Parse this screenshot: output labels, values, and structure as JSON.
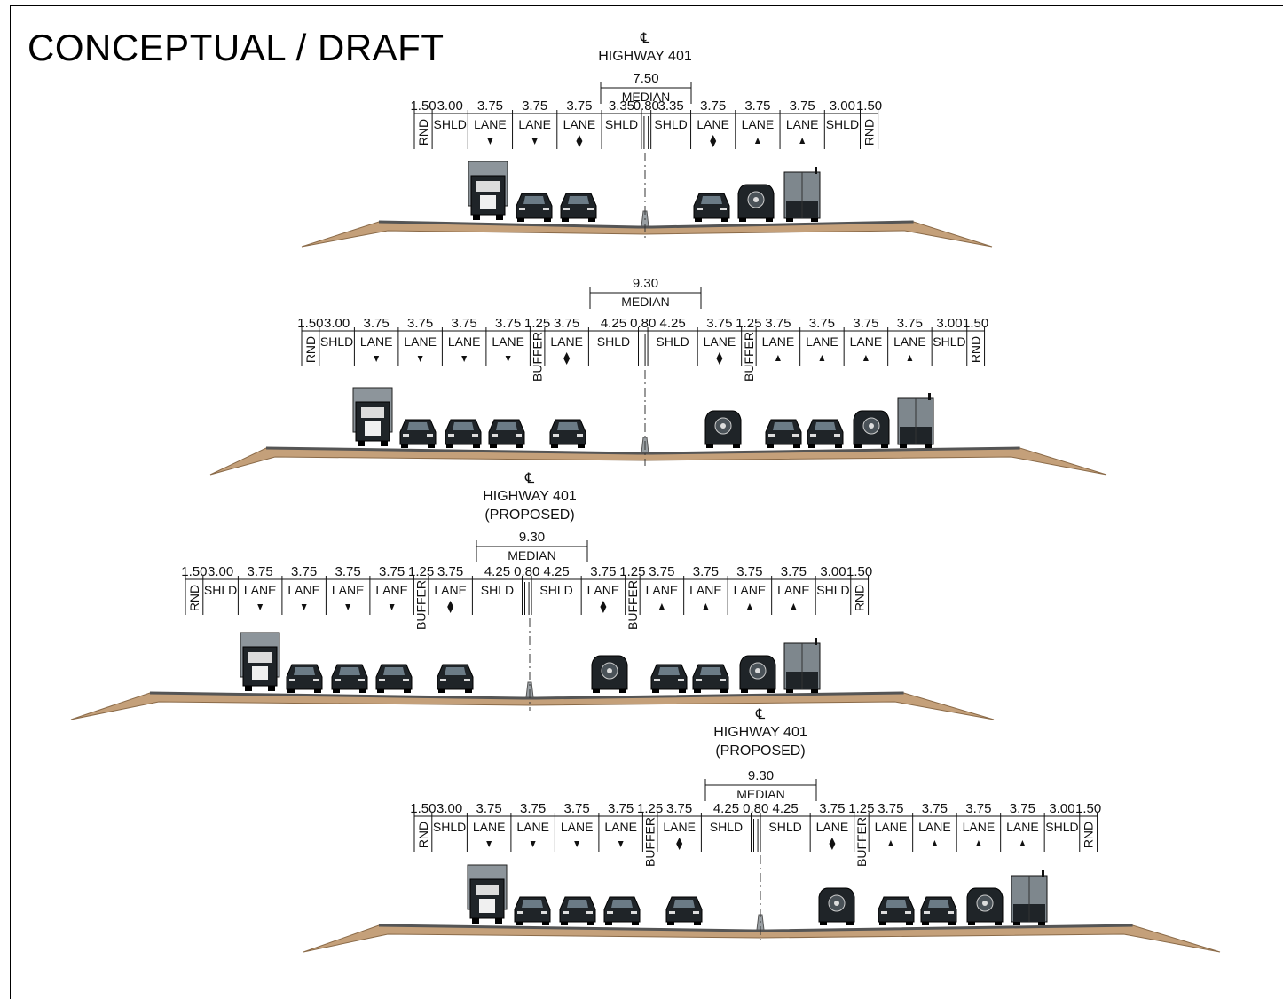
{
  "title": "CONCEPTUAL / DRAFT",
  "colors": {
    "soil": "#c4a07a",
    "soil_dark": "#8a6a48",
    "pavement": "#555555",
    "vehicle": "#1f2428",
    "vehicle_accent": "#6b7b86",
    "line": "#111111"
  },
  "sections": [
    {
      "name": "section-1",
      "centerline": {
        "symbol": "℄",
        "lines": [
          "HIGHWAY 401"
        ]
      },
      "median": {
        "width": "7.50",
        "label": "MEDIAN"
      },
      "segments": [
        {
          "w": "1.50",
          "l": "RND",
          "v": true
        },
        {
          "w": "3.00",
          "l": "SHLD"
        },
        {
          "w": "3.75",
          "l": "LANE",
          "a": "down"
        },
        {
          "w": "3.75",
          "l": "LANE",
          "a": "down"
        },
        {
          "w": "3.75",
          "l": "LANE",
          "a": "both"
        },
        {
          "w": "3.35",
          "l": "SHLD"
        },
        {
          "w": "0.80",
          "l": "",
          "b": true
        },
        {
          "w": "3.35",
          "l": "SHLD"
        },
        {
          "w": "3.75",
          "l": "LANE",
          "a": "both"
        },
        {
          "w": "3.75",
          "l": "LANE",
          "a": "up"
        },
        {
          "w": "3.75",
          "l": "LANE",
          "a": "up"
        },
        {
          "w": "3.00",
          "l": "SHLD"
        },
        {
          "w": "1.50",
          "l": "RND",
          "v": true
        }
      ],
      "vehicles": [
        "truck",
        "car",
        "car",
        "car",
        "suv",
        "van"
      ]
    },
    {
      "name": "section-2",
      "centerline": null,
      "median": {
        "width": "9.30",
        "label": "MEDIAN"
      },
      "segments": [
        {
          "w": "1.50",
          "l": "RND",
          "v": true
        },
        {
          "w": "3.00",
          "l": "SHLD"
        },
        {
          "w": "3.75",
          "l": "LANE",
          "a": "down"
        },
        {
          "w": "3.75",
          "l": "LANE",
          "a": "down"
        },
        {
          "w": "3.75",
          "l": "LANE",
          "a": "down"
        },
        {
          "w": "3.75",
          "l": "LANE",
          "a": "down"
        },
        {
          "w": "1.25",
          "l": "BUFFER",
          "v": true
        },
        {
          "w": "3.75",
          "l": "LANE",
          "a": "both"
        },
        {
          "w": "4.25",
          "l": "SHLD"
        },
        {
          "w": "0.80",
          "l": "",
          "b": true
        },
        {
          "w": "4.25",
          "l": "SHLD"
        },
        {
          "w": "3.75",
          "l": "LANE",
          "a": "both"
        },
        {
          "w": "1.25",
          "l": "BUFFER",
          "v": true
        },
        {
          "w": "3.75",
          "l": "LANE",
          "a": "up"
        },
        {
          "w": "3.75",
          "l": "LANE",
          "a": "up"
        },
        {
          "w": "3.75",
          "l": "LANE",
          "a": "up"
        },
        {
          "w": "3.75",
          "l": "LANE",
          "a": "up"
        },
        {
          "w": "3.00",
          "l": "SHLD"
        },
        {
          "w": "1.50",
          "l": "RND",
          "v": true
        }
      ],
      "vehicles": [
        "truck",
        "car",
        "car",
        "car",
        "car",
        "suv",
        "car",
        "car",
        "suv",
        "van"
      ]
    },
    {
      "name": "section-3",
      "centerline": {
        "symbol": "℄",
        "lines": [
          "HIGHWAY 401",
          "(PROPOSED)"
        ]
      },
      "median": {
        "width": "9.30",
        "label": "MEDIAN"
      },
      "segments": [
        {
          "w": "1.50",
          "l": "RND",
          "v": true
        },
        {
          "w": "3.00",
          "l": "SHLD"
        },
        {
          "w": "3.75",
          "l": "LANE",
          "a": "down"
        },
        {
          "w": "3.75",
          "l": "LANE",
          "a": "down"
        },
        {
          "w": "3.75",
          "l": "LANE",
          "a": "down"
        },
        {
          "w": "3.75",
          "l": "LANE",
          "a": "down"
        },
        {
          "w": "1.25",
          "l": "BUFFER",
          "v": true
        },
        {
          "w": "3.75",
          "l": "LANE",
          "a": "both"
        },
        {
          "w": "4.25",
          "l": "SHLD"
        },
        {
          "w": "0.80",
          "l": "",
          "b": true
        },
        {
          "w": "4.25",
          "l": "SHLD"
        },
        {
          "w": "3.75",
          "l": "LANE",
          "a": "both"
        },
        {
          "w": "1.25",
          "l": "BUFFER",
          "v": true
        },
        {
          "w": "3.75",
          "l": "LANE",
          "a": "up"
        },
        {
          "w": "3.75",
          "l": "LANE",
          "a": "up"
        },
        {
          "w": "3.75",
          "l": "LANE",
          "a": "up"
        },
        {
          "w": "3.75",
          "l": "LANE",
          "a": "up"
        },
        {
          "w": "3.00",
          "l": "SHLD"
        },
        {
          "w": "1.50",
          "l": "RND",
          "v": true
        }
      ],
      "vehicles": [
        "truck",
        "car",
        "car",
        "car",
        "car",
        "suv",
        "car",
        "car",
        "suv",
        "van"
      ]
    },
    {
      "name": "section-4",
      "centerline": {
        "symbol": "℄",
        "lines": [
          "HIGHWAY 401",
          "(PROPOSED)"
        ]
      },
      "median": {
        "width": "9.30",
        "label": "MEDIAN"
      },
      "segments": [
        {
          "w": "1.50",
          "l": "RND",
          "v": true
        },
        {
          "w": "3.00",
          "l": "SHLD"
        },
        {
          "w": "3.75",
          "l": "LANE",
          "a": "down"
        },
        {
          "w": "3.75",
          "l": "LANE",
          "a": "down"
        },
        {
          "w": "3.75",
          "l": "LANE",
          "a": "down"
        },
        {
          "w": "3.75",
          "l": "LANE",
          "a": "down"
        },
        {
          "w": "1.25",
          "l": "BUFFER",
          "v": true
        },
        {
          "w": "3.75",
          "l": "LANE",
          "a": "both"
        },
        {
          "w": "4.25",
          "l": "SHLD"
        },
        {
          "w": "0.80",
          "l": "",
          "b": true
        },
        {
          "w": "4.25",
          "l": "SHLD"
        },
        {
          "w": "3.75",
          "l": "LANE",
          "a": "both"
        },
        {
          "w": "1.25",
          "l": "BUFFER",
          "v": true
        },
        {
          "w": "3.75",
          "l": "LANE",
          "a": "up"
        },
        {
          "w": "3.75",
          "l": "LANE",
          "a": "up"
        },
        {
          "w": "3.75",
          "l": "LANE",
          "a": "up"
        },
        {
          "w": "3.75",
          "l": "LANE",
          "a": "up"
        },
        {
          "w": "3.00",
          "l": "SHLD"
        },
        {
          "w": "1.50",
          "l": "RND",
          "v": true
        }
      ],
      "vehicles": [
        "truck",
        "car",
        "car",
        "car",
        "car",
        "suv",
        "car",
        "car",
        "suv",
        "van"
      ]
    }
  ]
}
